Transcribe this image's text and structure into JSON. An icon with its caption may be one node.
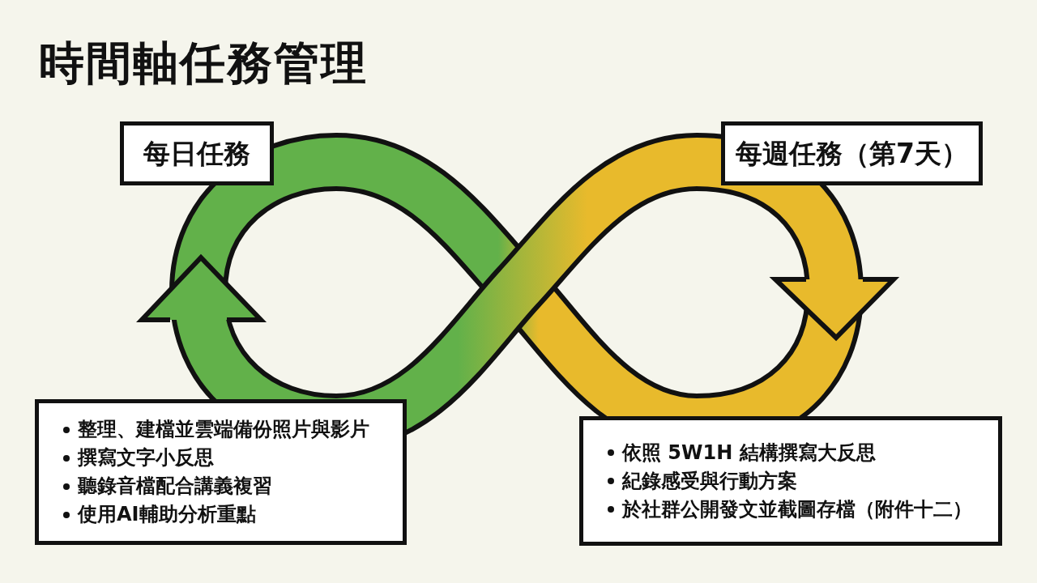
{
  "diagram": {
    "title": "時間軸任務管理",
    "nodes": [
      {
        "text": [
          "每日任務"
        ]
      },
      {
        "text": [
          "每週任務（第7天）"
        ]
      },
      {
        "text": [
          "整理、建檔並雲端備份照片與影片",
          "撰寫文字小反思",
          "聽錄音檔配合講義複習",
          "使用AI輔助分析重點"
        ]
      },
      {
        "text": [
          "依照 5W1H 結構撰寫大反思",
          "紀錄感受與行動方案",
          "於社群公開發文並截圖存檔（附件十二）"
        ]
      }
    ]
  }
}
